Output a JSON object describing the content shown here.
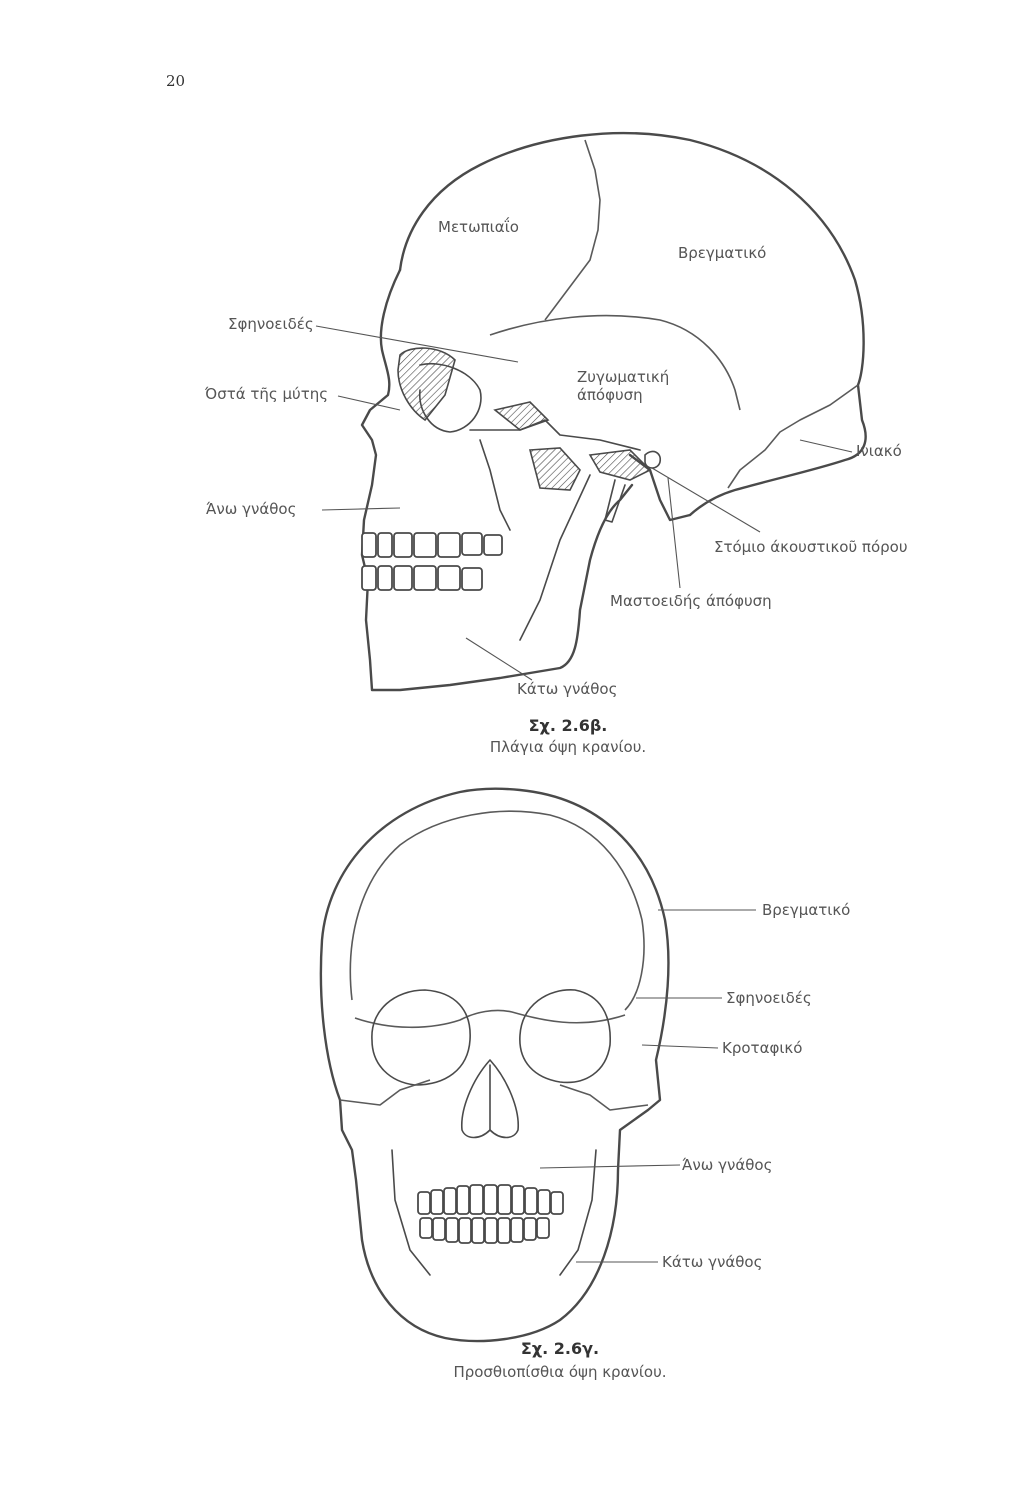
{
  "page_number": "20",
  "figure_lateral": {
    "number": "Σχ. 2.6β.",
    "caption": "Πλάγια όψη κρανίου.",
    "labels": {
      "frontal": "Μετωπιαΐο",
      "parietal": "Βρεγματικό",
      "sphenoid": "Σφηνοειδές",
      "nasal_bones": "Όστά τῆς μύτης",
      "zygomatic_process": "Ζυγωματική",
      "zygomatic_process_2": "άπόφυση",
      "occipital": "Ινιακό",
      "upper_jaw": "Άνω γνάθος",
      "acoustic_meatus": "Στόμιο άκουστικοῦ πόρου",
      "mastoid_process": "Μαστοειδής άπόφυση",
      "lower_jaw": "Κάτω γνάθος"
    }
  },
  "figure_frontal": {
    "number": "Σχ. 2.6γ.",
    "caption": "Προσθιοπίσθια όψη κρανίου.",
    "labels": {
      "parietal": "Βρεγματικό",
      "sphenoid": "Σφηνοειδές",
      "temporal": "Κροταφικό",
      "upper_jaw": "Άνω γνάθος",
      "lower_jaw": "Κάτω γνάθος"
    }
  }
}
